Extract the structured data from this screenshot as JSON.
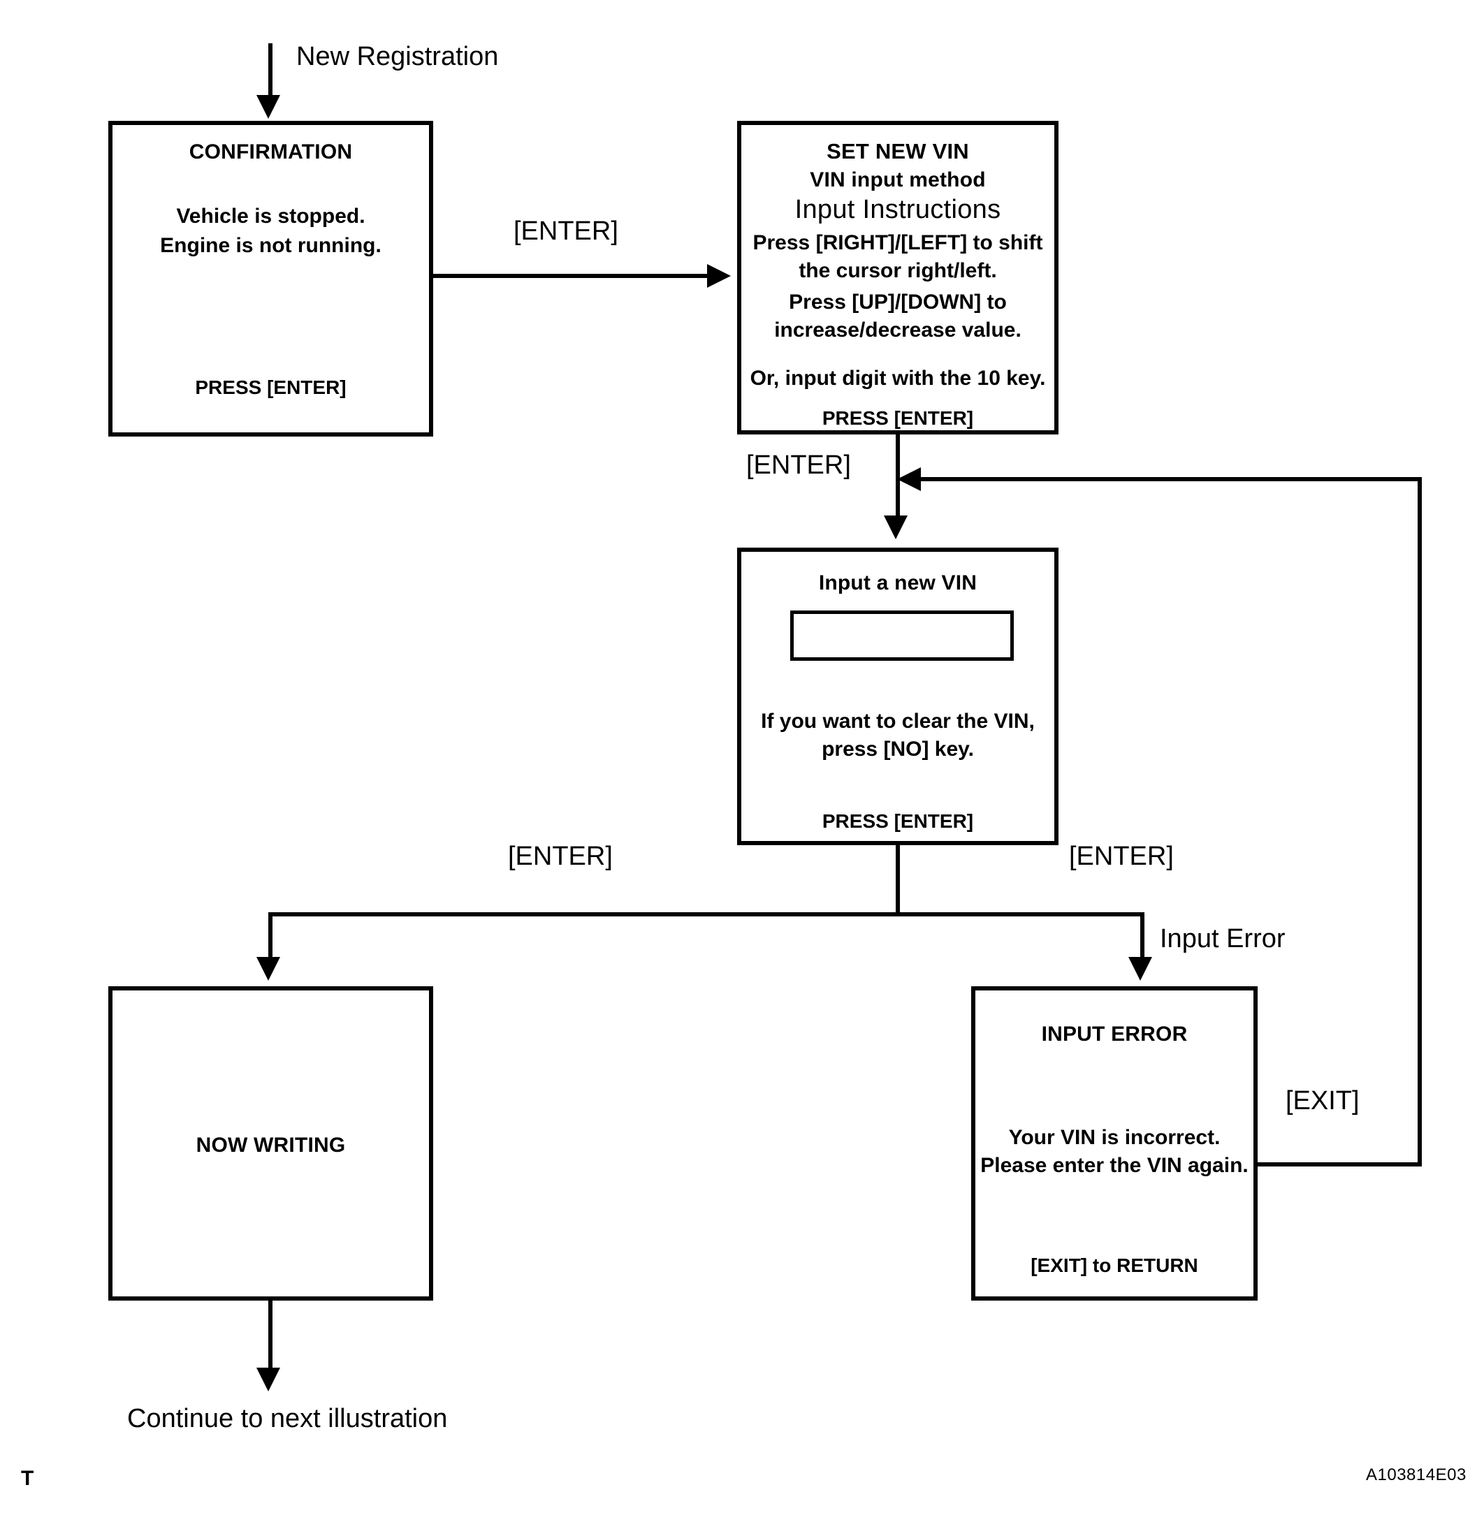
{
  "diagram": {
    "entry_label": "New Registration",
    "exit_label": "Continue to next illustration",
    "page_mark": "T",
    "reference_code": "A103814E03"
  },
  "boxes": {
    "confirmation": {
      "title": "CONFIRMATION",
      "body_line1": "Vehicle is stopped.",
      "body_line2": "Engine is not running.",
      "footer": "PRESS [ENTER]"
    },
    "set_new_vin": {
      "title": "SET NEW VIN",
      "subtitle": "VIN input method",
      "instructions_heading": "Input Instructions",
      "line1": "Press [RIGHT]/[LEFT] to shift",
      "line2": "the cursor right/left.",
      "line3": "Press [UP]/[DOWN]  to",
      "line4": "increase/decrease value.",
      "line5": "Or, input digit with the 10 key.",
      "footer": "PRESS [ENTER]"
    },
    "input_new_vin": {
      "title": "Input a new VIN",
      "field_value": "",
      "hint_line1": "If you want to clear the VIN,",
      "hint_line2": "press [NO] key.",
      "footer": "PRESS [ENTER]"
    },
    "now_writing": {
      "title": "NOW WRITING"
    },
    "input_error": {
      "title": "INPUT  ERROR",
      "body_line1": "Your VIN is incorrect.",
      "body_line2": "Please enter the VIN again.",
      "footer": "[EXIT] to RETURN"
    }
  },
  "connectors": {
    "confirmation_to_setvin": "[ENTER]",
    "setvin_to_inputvin": "[ENTER]",
    "inputvin_to_nowwriting": "[ENTER]",
    "inputvin_to_error": "[ENTER]",
    "error_branch": "Input Error",
    "error_return": "[EXIT]"
  },
  "colors": {
    "line": "#000000",
    "background": "#ffffff"
  }
}
